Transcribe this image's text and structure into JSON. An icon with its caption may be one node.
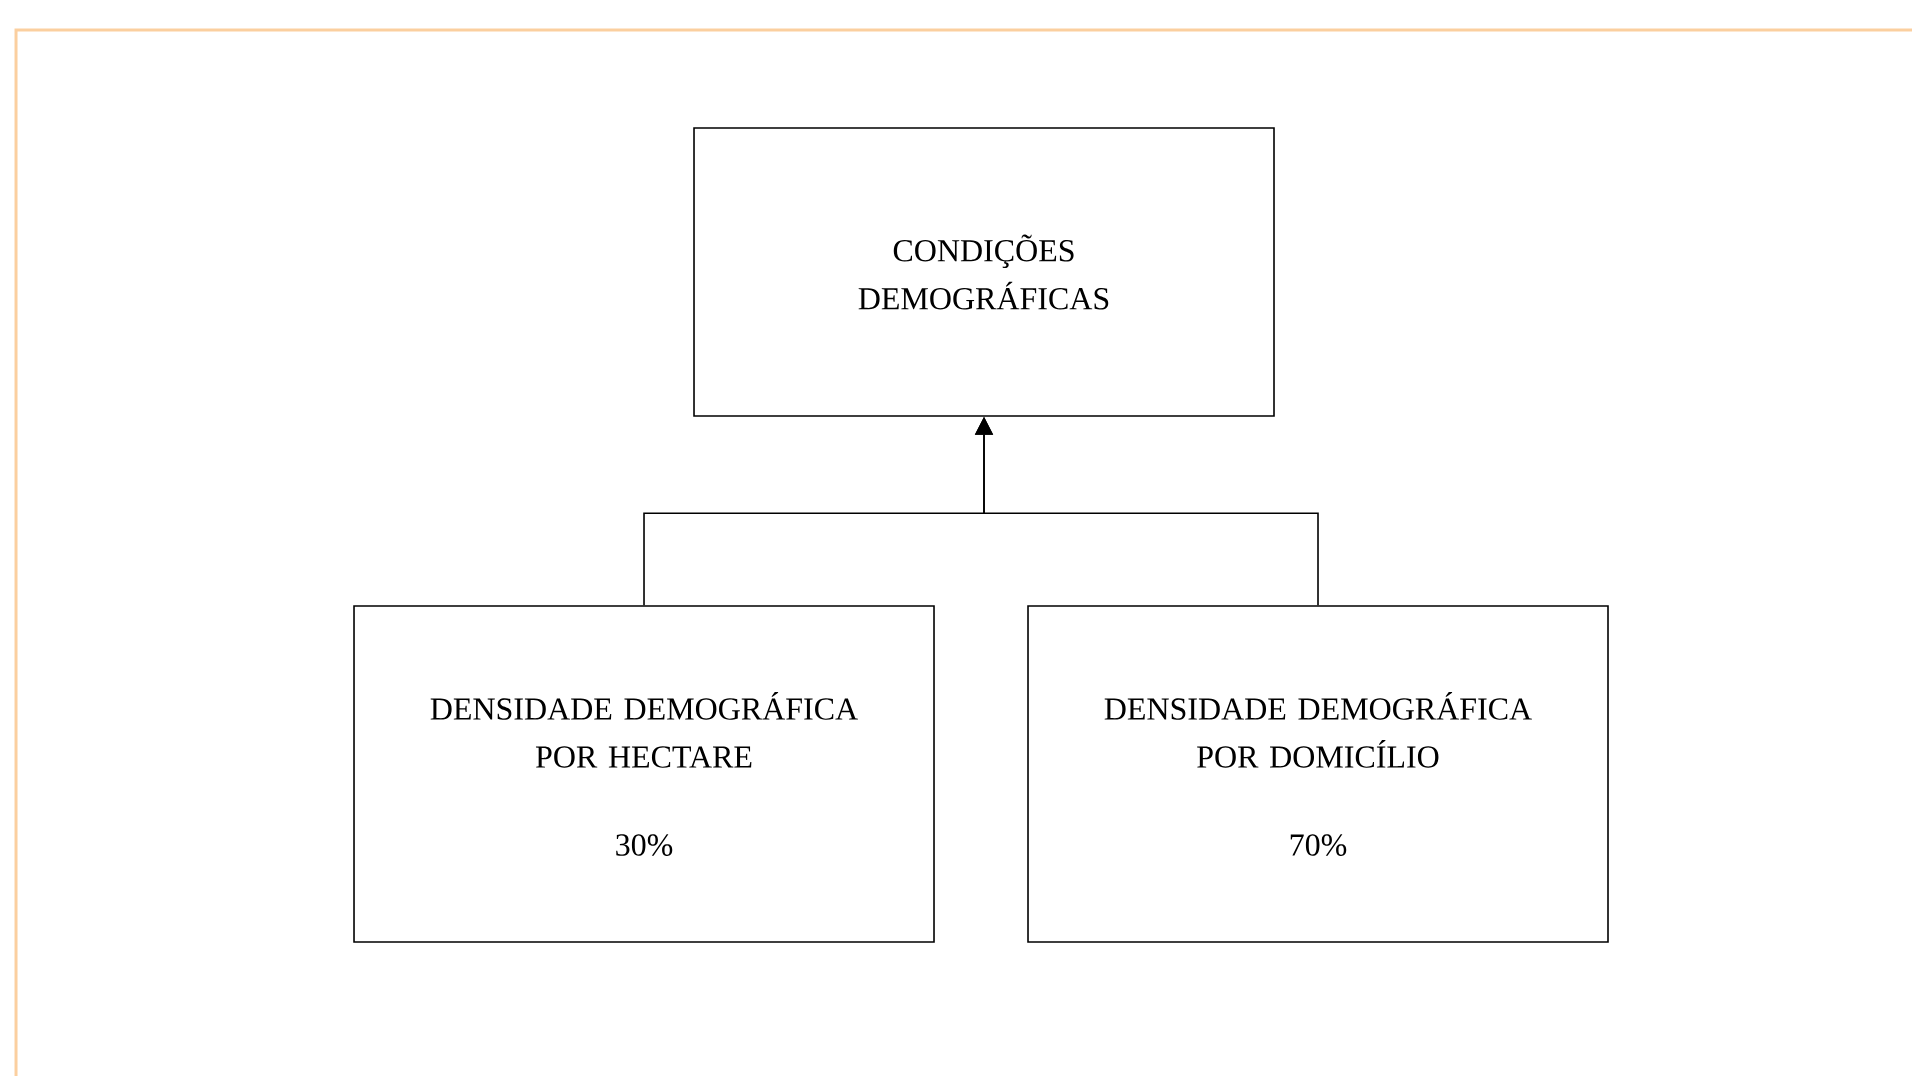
{
  "diagram": {
    "nodes": [
      {
        "text": [
          "CONDIÇÕES DEMOGRÁFICAS"
        ]
      },
      {
        "text": [
          "DENSIDADE DEMOGRÁFICA POR HECTARE",
          "30%"
        ]
      },
      {
        "text": [
          "DENSIDADE DEMOGRÁFICA POR DOMICÍLIO",
          "70%"
        ]
      }
    ],
    "edges": [
      {
        "from": 1,
        "to": 0,
        "arrow": "to"
      },
      {
        "from": 2,
        "to": 0,
        "arrow": "to"
      }
    ]
  }
}
